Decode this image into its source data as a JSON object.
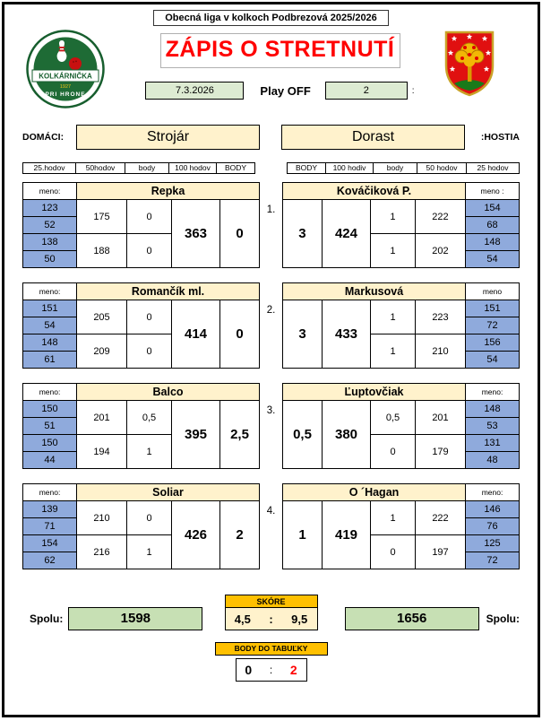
{
  "header": {
    "league_title": "Obecná liga v kolkoch Podbrezová 2025/2026",
    "main_title": "ZÁPIS O STRETNUTÍ",
    "date": "7.3.2026",
    "round_label": "Play OFF",
    "round_value": "2",
    "round_suffix": ":"
  },
  "logos": {
    "club_name": "KOLKÁRNIČKA",
    "club_year": "1927",
    "club_sub": "PRI HRONE"
  },
  "teams": {
    "home_label": "DOMÁCI:",
    "home_name": "Strojár",
    "away_name": "Dorast",
    "away_label": ":HOSTIA"
  },
  "column_headers": {
    "left": [
      "25.hodov",
      "50hodov",
      "body",
      "100 hodov",
      "BODY"
    ],
    "right": [
      "BODY",
      "100 hodiv",
      "body",
      "50 hodov",
      "25 hodov"
    ]
  },
  "matches": [
    {
      "number": "1.",
      "home": {
        "meno_label": "meno:",
        "name": "Repka",
        "throws25": [
          "123",
          "52",
          "138",
          "50"
        ],
        "throws50": [
          "175",
          "188"
        ],
        "set_points": [
          "0",
          "0"
        ],
        "total": "363",
        "points": "0"
      },
      "away": {
        "meno_label": "meno :",
        "name": "Kováčiková P.",
        "points": "3",
        "total": "424",
        "set_points": [
          "1",
          "1"
        ],
        "throws50": [
          "222",
          "202"
        ],
        "throws25": [
          "154",
          "68",
          "148",
          "54"
        ]
      }
    },
    {
      "number": "2.",
      "home": {
        "meno_label": "meno:",
        "name": "Romančík ml.",
        "throws25": [
          "151",
          "54",
          "148",
          "61"
        ],
        "throws50": [
          "205",
          "209"
        ],
        "set_points": [
          "0",
          "0"
        ],
        "total": "414",
        "points": "0"
      },
      "away": {
        "meno_label": "meno",
        "name": "Markusová",
        "points": "3",
        "total": "433",
        "set_points": [
          "1",
          "1"
        ],
        "throws50": [
          "223",
          "210"
        ],
        "throws25": [
          "151",
          "72",
          "156",
          "54"
        ]
      }
    },
    {
      "number": "3.",
      "home": {
        "meno_label": "meno:",
        "name": "Balco",
        "throws25": [
          "150",
          "51",
          "150",
          "44"
        ],
        "throws50": [
          "201",
          "194"
        ],
        "set_points": [
          "0,5",
          "1"
        ],
        "total": "395",
        "points": "2,5"
      },
      "away": {
        "meno_label": "meno:",
        "name": "Ľuptovčiak",
        "points": "0,5",
        "total": "380",
        "set_points": [
          "0,5",
          "0"
        ],
        "throws50": [
          "201",
          "179"
        ],
        "throws25": [
          "148",
          "53",
          "131",
          "48"
        ]
      }
    },
    {
      "number": "4.",
      "home": {
        "meno_label": "meno:",
        "name": "Soliar",
        "throws25": [
          "139",
          "71",
          "154",
          "62"
        ],
        "throws50": [
          "210",
          "216"
        ],
        "set_points": [
          "0",
          "1"
        ],
        "total": "426",
        "points": "2"
      },
      "away": {
        "meno_label": "meno:",
        "name": "O ´Hagan",
        "points": "1",
        "total": "419",
        "set_points": [
          "1",
          "0"
        ],
        "throws50": [
          "222",
          "197"
        ],
        "throws25": [
          "146",
          "76",
          "125",
          "72"
        ]
      }
    }
  ],
  "summary": {
    "spolu_label_left": "Spolu:",
    "spolu_label_right": "Spolu:",
    "home_total": "1598",
    "away_total": "1656",
    "score_title": "SKÓRE",
    "score_home": "4,5",
    "score_sep": ":",
    "score_away": "9,5",
    "table_points_title": "BODY DO TABUĽKY",
    "table_points_home": "0",
    "table_points_sep": ":",
    "table_points_away": "2"
  }
}
